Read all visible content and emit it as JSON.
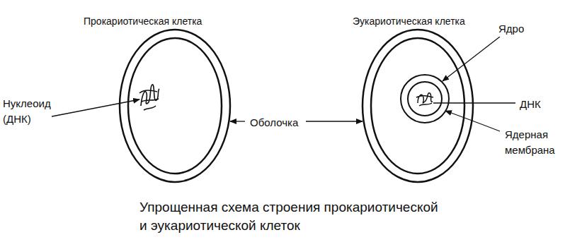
{
  "diagram": {
    "caption": "Упрощенная схема строения прокариотической и эукариотической клеток",
    "nodes": [
      {
        "text": [
          "Прокариотическая клетка"
        ]
      },
      {
        "text": [
          "Эукариотическая клетка"
        ]
      }
    ],
    "labels": [
      "Нуклеоид (ДНК)",
      "Оболочка",
      "Ядро",
      "ДНК",
      "Ядерная мембрана"
    ]
  }
}
